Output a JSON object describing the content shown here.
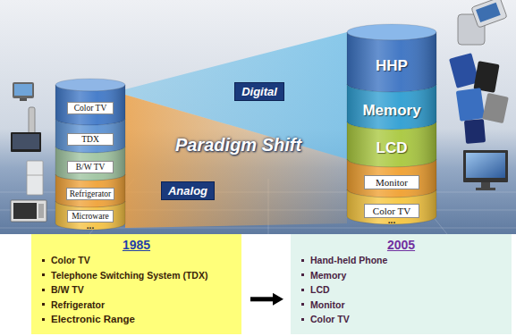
{
  "diagram": {
    "nodes": [
      {
        "text": [
          "Color TV"
        ]
      },
      {
        "text": [
          "TDX"
        ]
      },
      {
        "text": [
          "B/W TV"
        ]
      },
      {
        "text": [
          "Refrigerator"
        ]
      },
      {
        "text": [
          "Microware"
        ]
      },
      {
        "text": [
          "Digital"
        ]
      },
      {
        "text": [
          "Analog"
        ]
      },
      {
        "text": [
          "HHP"
        ]
      },
      {
        "text": [
          "Memory"
        ]
      },
      {
        "text": [
          "LCD"
        ]
      },
      {
        "text": [
          "Monitor"
        ]
      },
      {
        "text": [
          "Color TV"
        ]
      },
      {
        "text": [
          "1985",
          "Color TV",
          "Telephone Switching System (TDX)",
          "B/W TV",
          "Refrigerator",
          "Electronic Range"
        ]
      },
      {
        "text": [
          "2005",
          "Hand-held Phone",
          "Memory",
          "LCD",
          "Monitor",
          "Color TV"
        ]
      }
    ],
    "edges": [
      {
        "from": 12,
        "to": 13,
        "arrow": "to"
      }
    ],
    "labels": [
      "Paradigm Shift",
      "...",
      "..."
    ]
  }
}
